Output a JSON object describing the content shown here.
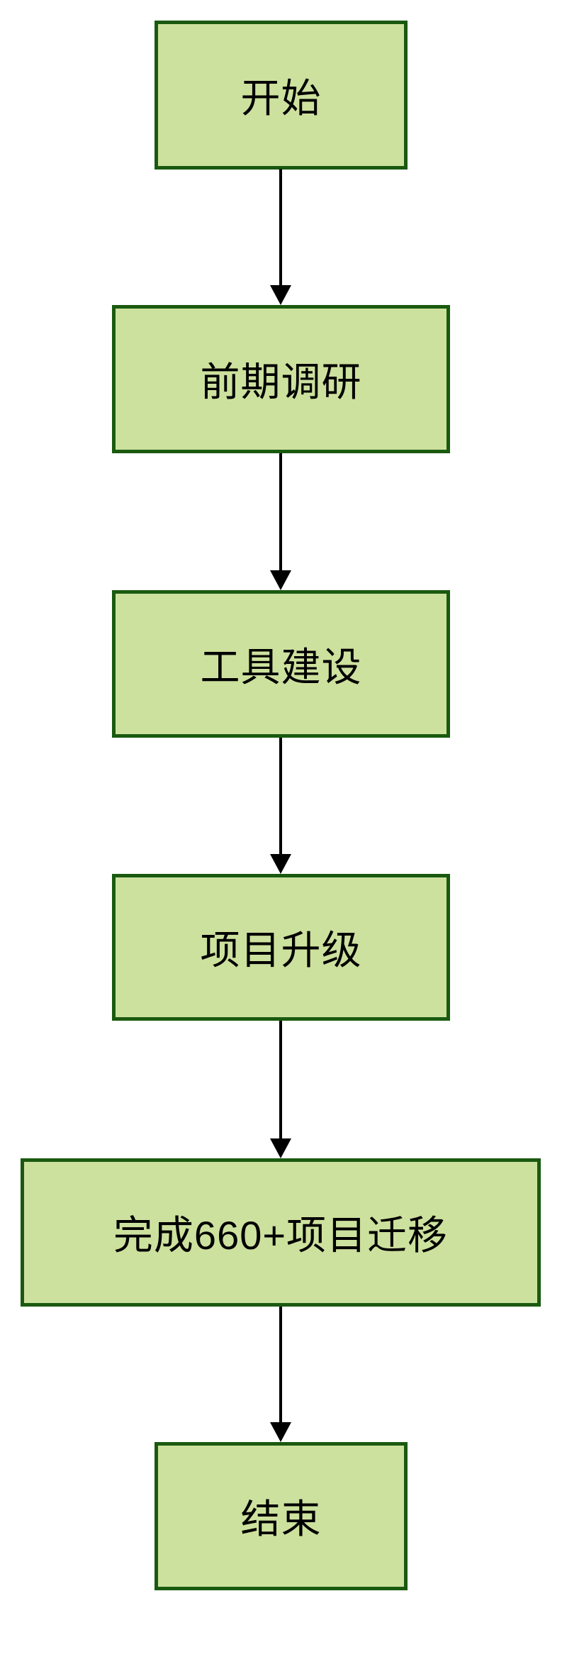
{
  "flowchart": {
    "nodes": [
      {
        "id": "start",
        "label": "开始"
      },
      {
        "id": "research",
        "label": "前期调研"
      },
      {
        "id": "tooling",
        "label": "工具建设"
      },
      {
        "id": "upgrade",
        "label": "项目升级"
      },
      {
        "id": "migration",
        "label": "完成660+项目迁移"
      },
      {
        "id": "end",
        "label": "结束"
      }
    ],
    "edges": [
      {
        "from": "start",
        "to": "research"
      },
      {
        "from": "research",
        "to": "tooling"
      },
      {
        "from": "tooling",
        "to": "upgrade"
      },
      {
        "from": "upgrade",
        "to": "migration"
      },
      {
        "from": "migration",
        "to": "end"
      }
    ],
    "colors": {
      "node_fill": "#cde19e",
      "node_border": "#1a5a10",
      "arrow": "#000000",
      "text": "#000000",
      "background": "#ffffff"
    }
  }
}
